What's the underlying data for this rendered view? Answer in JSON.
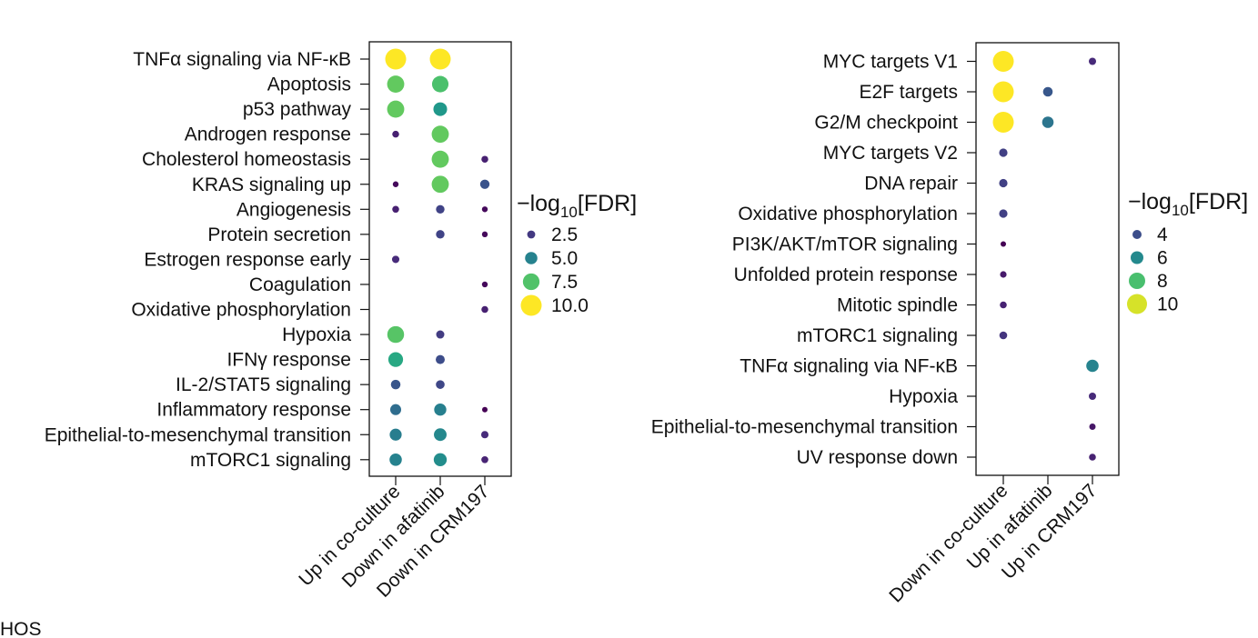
{
  "footnote": "HOS",
  "chart_data": [
    {
      "type": "scatter",
      "title": "",
      "columns": [
        "Up in co-culture",
        "Down in afatinib",
        "Down in CRM197"
      ],
      "rows": [
        "TNFα signaling via NF-κB",
        "Apoptosis",
        "p53 pathway",
        "Androgen response",
        "Cholesterol homeostasis",
        "KRAS signaling up",
        "Angiogenesis",
        "Protein secretion",
        "Estrogen response early",
        "Coagulation",
        "Oxidative phosphorylation",
        "Hypoxia",
        "IFNγ response",
        "IL-2/STAT5 signaling",
        "Inflammatory response",
        "Epithelial-to-mesenchymal transition",
        "mTORC1 signaling"
      ],
      "points": [
        {
          "row": 0,
          "col": 0,
          "value": 10.0
        },
        {
          "row": 0,
          "col": 1,
          "value": 10.0
        },
        {
          "row": 1,
          "col": 0,
          "value": 7.8
        },
        {
          "row": 1,
          "col": 1,
          "value": 7.4
        },
        {
          "row": 2,
          "col": 0,
          "value": 7.8
        },
        {
          "row": 2,
          "col": 1,
          "value": 5.8
        },
        {
          "row": 3,
          "col": 0,
          "value": 1.8
        },
        {
          "row": 3,
          "col": 1,
          "value": 7.8
        },
        {
          "row": 4,
          "col": 1,
          "value": 7.8
        },
        {
          "row": 4,
          "col": 2,
          "value": 1.8
        },
        {
          "row": 5,
          "col": 0,
          "value": 1.2
        },
        {
          "row": 5,
          "col": 1,
          "value": 7.8
        },
        {
          "row": 5,
          "col": 2,
          "value": 3.3
        },
        {
          "row": 6,
          "col": 0,
          "value": 1.8
        },
        {
          "row": 6,
          "col": 1,
          "value": 2.8
        },
        {
          "row": 6,
          "col": 2,
          "value": 1.2
        },
        {
          "row": 7,
          "col": 1,
          "value": 2.8
        },
        {
          "row": 7,
          "col": 2,
          "value": 1.2
        },
        {
          "row": 8,
          "col": 0,
          "value": 2.1
        },
        {
          "row": 9,
          "col": 2,
          "value": 1.2
        },
        {
          "row": 10,
          "col": 2,
          "value": 1.8
        },
        {
          "row": 11,
          "col": 0,
          "value": 7.6
        },
        {
          "row": 11,
          "col": 1,
          "value": 2.6
        },
        {
          "row": 12,
          "col": 0,
          "value": 6.4
        },
        {
          "row": 12,
          "col": 1,
          "value": 3.1
        },
        {
          "row": 13,
          "col": 0,
          "value": 3.4
        },
        {
          "row": 13,
          "col": 1,
          "value": 2.9
        },
        {
          "row": 14,
          "col": 0,
          "value": 4.2
        },
        {
          "row": 14,
          "col": 1,
          "value": 4.9
        },
        {
          "row": 14,
          "col": 2,
          "value": 1.0
        },
        {
          "row": 15,
          "col": 0,
          "value": 4.8
        },
        {
          "row": 15,
          "col": 1,
          "value": 5.2
        },
        {
          "row": 15,
          "col": 2,
          "value": 2.1
        },
        {
          "row": 16,
          "col": 0,
          "value": 5.0
        },
        {
          "row": 16,
          "col": 1,
          "value": 5.4
        },
        {
          "row": 16,
          "col": 2,
          "value": 1.9
        }
      ],
      "legend": {
        "title_prefix": "−log",
        "title_subscript": "10",
        "title_suffix": "[FDR]",
        "entries": [
          {
            "label": "2.5",
            "value": 2.5
          },
          {
            "label": "5.0",
            "value": 5.0
          },
          {
            "label": "7.5",
            "value": 7.5
          },
          {
            "label": "10.0",
            "value": 10.0
          }
        ],
        "vmin": 1.0,
        "vmax": 10.0,
        "position": "right"
      }
    },
    {
      "type": "scatter",
      "title": "",
      "columns": [
        "Down in co-culture",
        "Up in afatinib",
        "Up in CRM197"
      ],
      "rows": [
        "MYC targets V1",
        "E2F targets",
        "G2/M checkpoint",
        "MYC targets V2",
        "DNA repair",
        "Oxidative phosphorylation",
        "PI3K/AKT/mTOR  signaling",
        "Unfolded protein response",
        "Mitotic spindle",
        "mTORC1 signaling",
        "TNFα signaling via NF-κB",
        "Hypoxia",
        "Epithelial-to-mesenchymal transition",
        "UV response down"
      ],
      "points": [
        {
          "row": 0,
          "col": 0,
          "value": 10.5
        },
        {
          "row": 0,
          "col": 2,
          "value": 3.0
        },
        {
          "row": 1,
          "col": 0,
          "value": 10.5
        },
        {
          "row": 1,
          "col": 1,
          "value": 4.3
        },
        {
          "row": 2,
          "col": 0,
          "value": 10.5
        },
        {
          "row": 2,
          "col": 1,
          "value": 5.3
        },
        {
          "row": 3,
          "col": 0,
          "value": 3.6
        },
        {
          "row": 4,
          "col": 0,
          "value": 3.6
        },
        {
          "row": 5,
          "col": 0,
          "value": 3.6
        },
        {
          "row": 6,
          "col": 0,
          "value": 2.0
        },
        {
          "row": 7,
          "col": 0,
          "value": 2.6
        },
        {
          "row": 8,
          "col": 0,
          "value": 2.8
        },
        {
          "row": 9,
          "col": 0,
          "value": 3.3
        },
        {
          "row": 10,
          "col": 2,
          "value": 5.8
        },
        {
          "row": 11,
          "col": 2,
          "value": 3.0
        },
        {
          "row": 12,
          "col": 2,
          "value": 2.5
        },
        {
          "row": 13,
          "col": 2,
          "value": 2.8
        }
      ],
      "legend": {
        "title_prefix": "−log",
        "title_subscript": "10",
        "title_suffix": "[FDR]",
        "entries": [
          {
            "label": "4",
            "value": 4
          },
          {
            "label": "6",
            "value": 6
          },
          {
            "label": "8",
            "value": 8
          },
          {
            "label": "10",
            "value": 10
          }
        ],
        "vmin": 2.0,
        "vmax": 10.5,
        "position": "right"
      }
    }
  ]
}
